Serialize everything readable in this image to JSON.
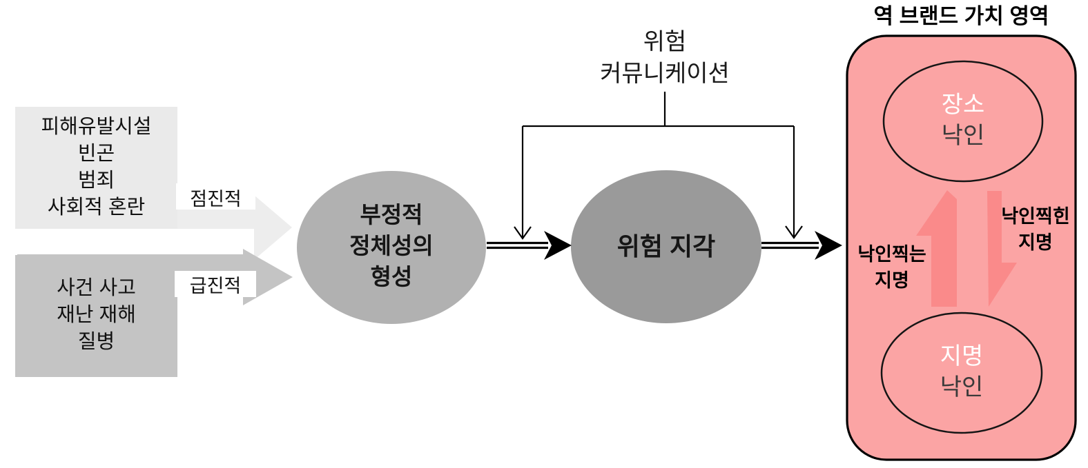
{
  "sources": {
    "harm_box": {
      "lines": [
        "피해유발시설",
        "빈곤",
        "범죄",
        "사회적 혼란"
      ]
    },
    "incident_box": {
      "lines": [
        "사건 사고",
        "재난 재해",
        "질병"
      ]
    },
    "gradual_label": "점진적",
    "radical_label": "급진적"
  },
  "core": {
    "negative_identity": {
      "lines": [
        "부정적",
        "정체성의",
        "형성"
      ]
    },
    "risk_perception": "위험 지각",
    "risk_communication": {
      "lines": [
        "위험",
        "커뮤니케이션"
      ]
    }
  },
  "brand_area": {
    "title": "역 브랜드 가치 영역",
    "place_stigma": {
      "line1": "장소",
      "line2": "낙인"
    },
    "name_stigma": {
      "line1": "지명",
      "line2": "낙인"
    },
    "stigmatizing_name": {
      "lines": [
        "낙인찍는",
        "지명"
      ]
    },
    "stigmatized_name": {
      "lines": [
        "낙인찍힌",
        "지명"
      ]
    }
  },
  "colors": {
    "harm_box_fill": "#eaeaea",
    "gradual_arrow_fill": "#ededed",
    "incident_box_fill": "#c4c4c4",
    "radical_arrow_fill": "#c4c4c4",
    "identity_ellipse_fill": "#b1b1b1",
    "risk_ellipse_fill": "#9a9a9a",
    "brand_area_fill": "#fba4a4",
    "brand_arrow_fill": "#fa8a8a",
    "label_bg": "#ffffff",
    "line_color": "#000000"
  }
}
